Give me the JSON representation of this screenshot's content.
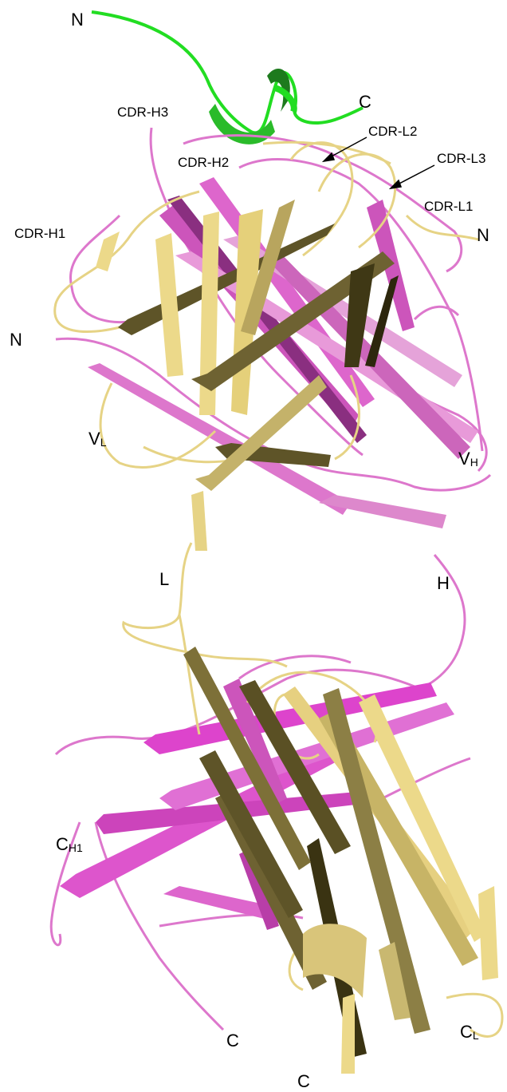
{
  "colors": {
    "peptide": "#22dd22",
    "heavy_chain": "#dd66cc",
    "light_chain": "#ecd98a",
    "light_chain_dark": "#6e6232",
    "heavy_chain_dark": "#8a2f80"
  },
  "labels": {
    "peptide_n": "N",
    "peptide_c": "C",
    "cdr_h3": "CDR-H3",
    "cdr_h2": "CDR-H2",
    "cdr_h1": "CDR-H1",
    "cdr_l2": "CDR-L2",
    "cdr_l3": "CDR-L3",
    "cdr_l1": "CDR-L1",
    "light_n": "N",
    "heavy_n": "N",
    "vl_main": "V",
    "vl_sub": "L",
    "vh_main": "V",
    "vh_sub": "H",
    "linker_l": "L",
    "linker_h": "H",
    "ch1_main": "C",
    "ch1_sub": "H1",
    "cl_main": "C",
    "cl_sub": "L",
    "heavy_c": "C",
    "light_c": "C"
  }
}
